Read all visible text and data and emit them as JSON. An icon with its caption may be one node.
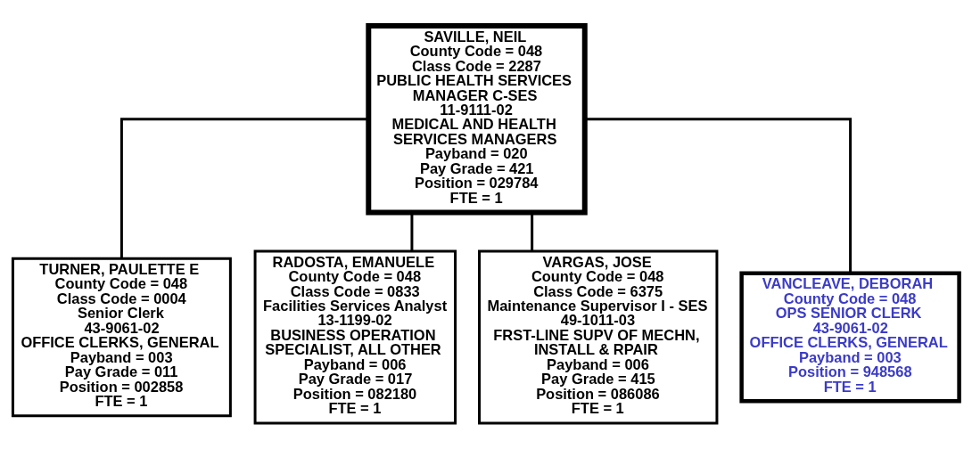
{
  "diagram": {
    "nodes": [
      {
        "text": [
          "SAVILLE, NEIL",
          "County Code = 048",
          "Class Code = 2287",
          "PUBLIC HEALTH SERVICES MANAGER C-SES",
          "11-9111-02",
          "MEDICAL AND HEALTH SERVICES MANAGERS",
          "Payband = 020",
          "Pay Grade = 421",
          "Position = 029784",
          "FTE = 1"
        ]
      },
      {
        "text": [
          "TURNER, PAULETTE E",
          "County Code = 048",
          "Class Code = 0004",
          "Senior Clerk",
          "43-9061-02",
          "OFFICE CLERKS, GENERAL",
          "Payband = 003",
          "Pay Grade = 011",
          "Position = 002858",
          "FTE = 1"
        ]
      },
      {
        "text": [
          "RADOSTA, EMANUELE",
          "County Code = 048",
          "Class Code = 0833",
          "Facilities Services Analyst",
          "13-1199-02",
          "BUSINESS OPERATION SPECIALIST, ALL OTHER",
          "Payband = 006",
          "Pay Grade = 017",
          "Position = 082180",
          "FTE = 1"
        ]
      },
      {
        "text": [
          "VARGAS, JOSE",
          "County Code = 048",
          "Class Code = 6375",
          "Maintenance Supervisor I - SES",
          "49-1011-03",
          "FRST-LINE SUPV OF MECHN, INSTALL & RPAIR",
          "Payband = 006",
          "Pay Grade = 415",
          "Position = 086086",
          "FTE = 1"
        ]
      },
      {
        "text": [
          "VANCLEAVE, DEBORAH",
          "County Code = 048",
          "OPS SENIOR CLERK",
          "43-9061-02",
          "OFFICE CLERKS, GENERAL",
          "Payband = 003",
          "Position = 948568",
          "FTE = 1"
        ]
      }
    ],
    "edges": [
      {
        "from": 0,
        "to": 1,
        "arrow": "none"
      },
      {
        "from": 0,
        "to": 2,
        "arrow": "none"
      },
      {
        "from": 0,
        "to": 3,
        "arrow": "none"
      },
      {
        "from": 0,
        "to": 4,
        "arrow": "none"
      }
    ]
  }
}
